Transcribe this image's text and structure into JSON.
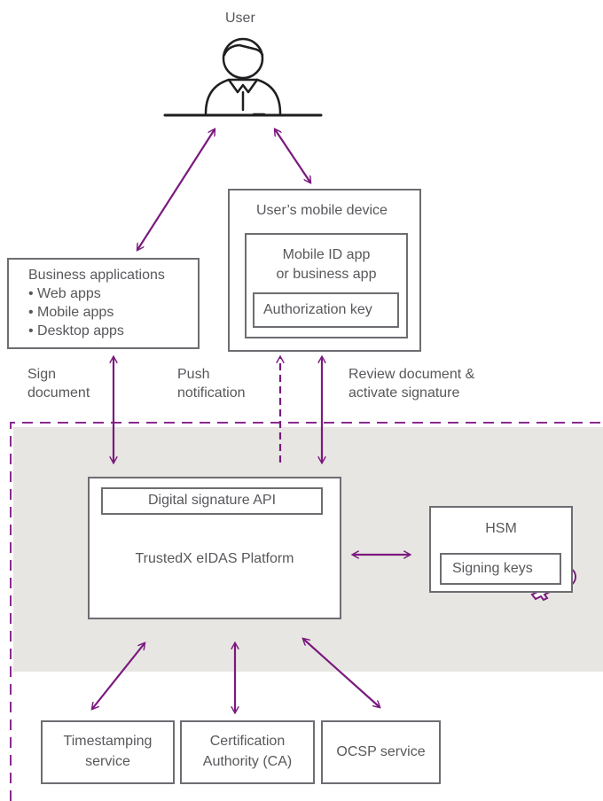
{
  "title": "",
  "colors": {
    "accent": "#7a1a7e",
    "platform_bg": "#e8e6e2",
    "box_border": "#6d6d72",
    "text": "#58585c"
  },
  "nodes": {
    "user": {
      "label": "User",
      "icon": "user-icon"
    },
    "mobile_device": {
      "title": "User’s mobile device",
      "app_line1": "Mobile ID app",
      "app_line2": "or business app",
      "auth_key": "Authorization key",
      "key_icon": "key-icon"
    },
    "business_apps": {
      "title": "Business applications",
      "items": [
        "• Web apps",
        "• Mobile apps",
        "• Desktop apps"
      ]
    },
    "platform": {
      "api": "Digital signature API",
      "name": "TrustedX eIDAS Platform"
    },
    "hsm": {
      "title": "HSM",
      "keys": "Signing keys",
      "key_icon": "key-icon"
    },
    "services": [
      {
        "line1": "Timestamping",
        "line2": "service"
      },
      {
        "line1": "Certification",
        "line2": "Authority (CA)"
      },
      {
        "line1": "OCSP service",
        "line2": ""
      }
    ]
  },
  "edge_labels": {
    "sign_line1": "Sign",
    "sign_line2": "document",
    "push_line1": "Push",
    "push_line2": "notification",
    "review_line1": "Review document &",
    "review_line2": "activate signature"
  }
}
